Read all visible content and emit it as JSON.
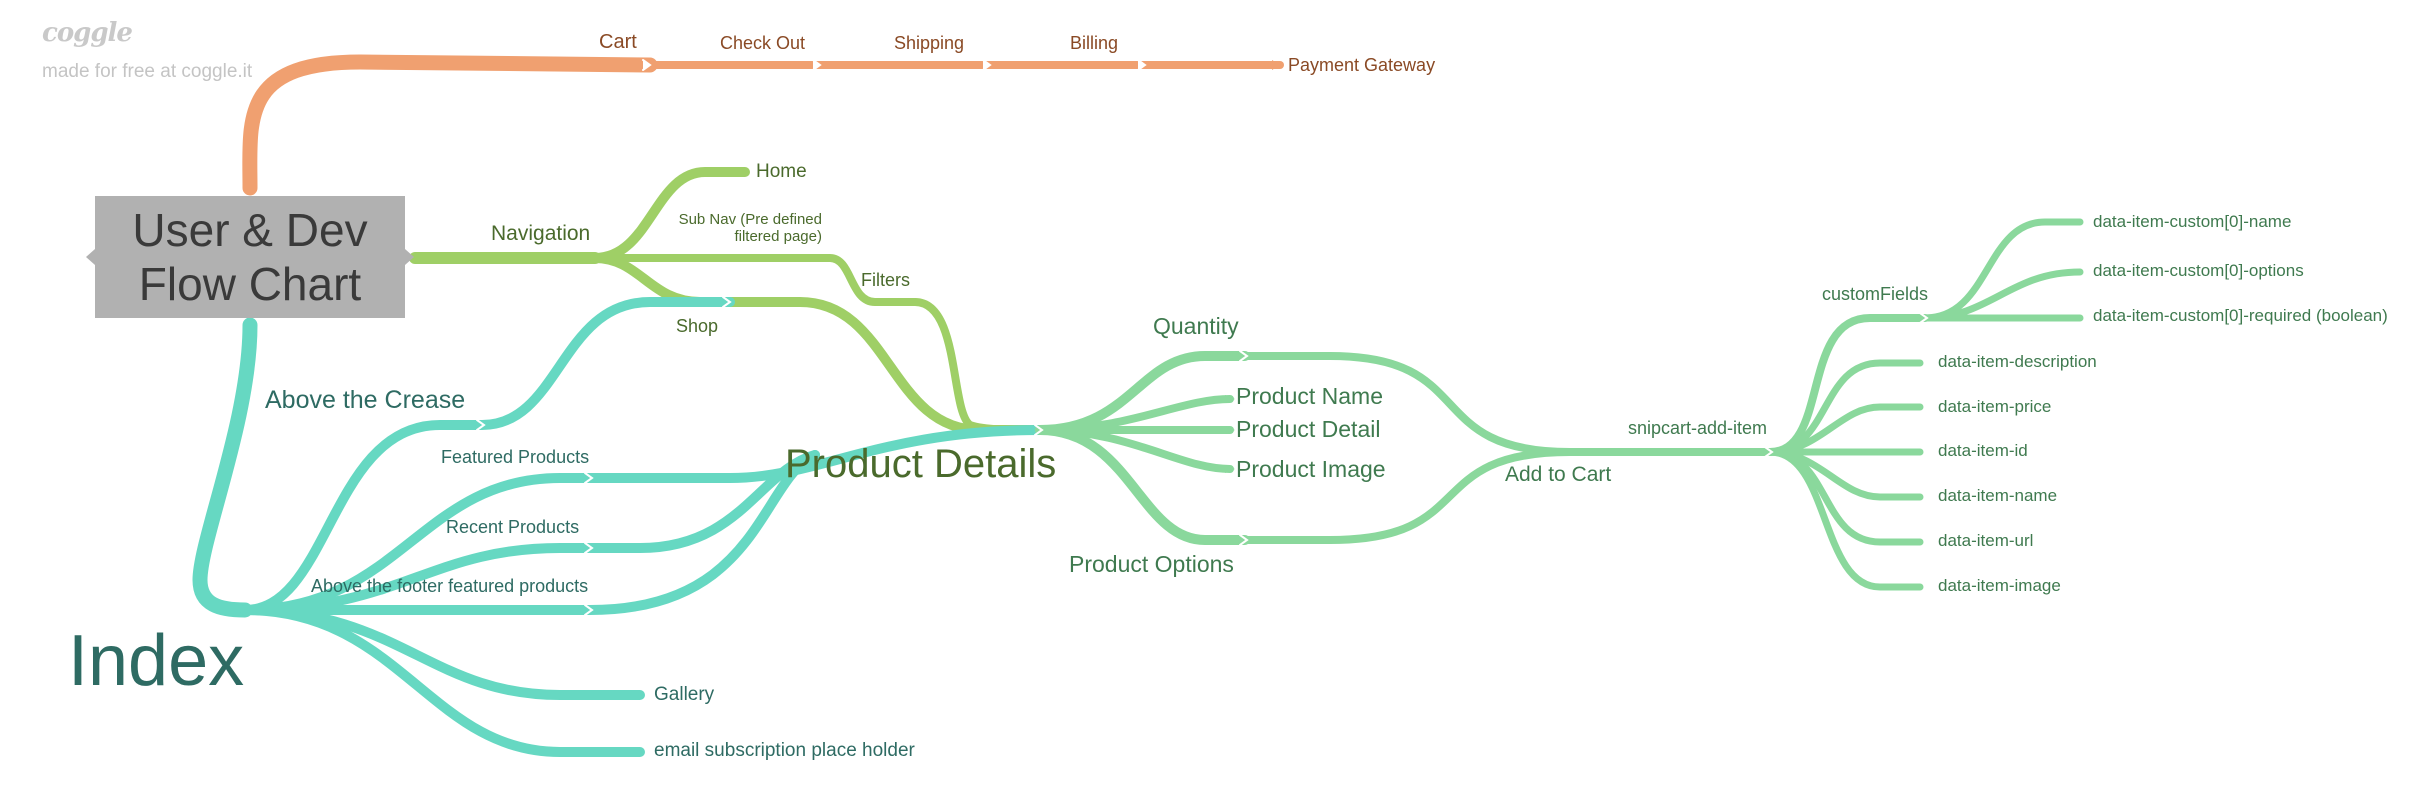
{
  "watermark": {
    "logo": "coggle",
    "subtitle": "made for free at coggle.it"
  },
  "root": {
    "label": "User & Dev\nFlow Chart"
  },
  "colors": {
    "orange": "#f0a070",
    "green": "#9fcf66",
    "teal": "#66d8c2",
    "mint": "#8ad89c",
    "root_box": "#b1b1b1"
  },
  "checkout_flow": [
    "Cart",
    "Check Out",
    "Shipping",
    "Billing",
    "Payment Gateway"
  ],
  "navigation": {
    "label": "Navigation",
    "children": {
      "home": "Home",
      "sub_nav": "Sub Nav (Pre defined\nfiltered page)",
      "filters": "Filters",
      "shop": "Shop"
    }
  },
  "index": {
    "label": "Index",
    "children": {
      "above_crease": "Above the Crease",
      "featured": "Featured Products",
      "recent": "Recent Products",
      "above_footer": "Above the footer featured products",
      "gallery": "Gallery",
      "email": "email subscription place holder"
    }
  },
  "product_details": {
    "label": "Product Details",
    "children": {
      "quantity": "Quantity",
      "name": "Product Name",
      "detail": "Product Detail",
      "image": "Product Image",
      "options": "Product Options"
    }
  },
  "add_to_cart": {
    "label": "Add to Cart",
    "snipcart": "snipcart-add-item",
    "custom_fields": "customFields",
    "custom_children": [
      "data-item-custom[0]-name",
      "data-item-custom[0]-options",
      "data-item-custom[0]-required (boolean)"
    ],
    "attributes": [
      "data-item-description",
      "data-item-price",
      "data-item-id",
      "data-item-name",
      "data-item-url",
      "data-item-image"
    ]
  }
}
